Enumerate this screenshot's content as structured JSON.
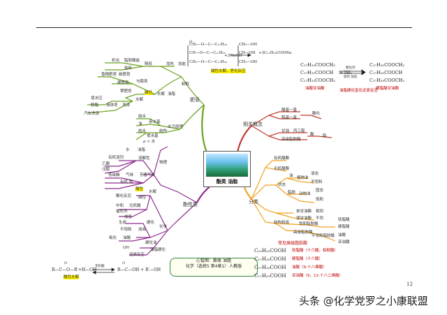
{
  "center": {
    "title": "酯类 油脂"
  },
  "source_box": {
    "line1": "心智图：酯类 油脂",
    "line2": "化学（选修5 第4章1）· 人教版"
  },
  "branches": {
    "soap": "肥皂",
    "concept": "相关概念",
    "classify": "分类",
    "properties": "酯性质"
  },
  "soap_labels": {
    "heat": "加热",
    "stir": "加盐",
    "reduce": "降低",
    "salting": "盐析",
    "product": "制取",
    "wash": "洗涤",
    "water": "水解",
    "fat": "油脂",
    "hydrolysis": "水解",
    "s1": "析出",
    "s2": "脂肪酸盐",
    "s3": "与醇类",
    "s4": "香精肥皂",
    "s5": "碳肥皂",
    "s6": "硬肥皂",
    "s7": "钾肥皂",
    "s8": "增水压",
    "s9": "脱脂",
    "s10": "液体皂",
    "s11": "汽车洗涤",
    "alkali": "碱性",
    "c1": "结合",
    "c2": "亲水基",
    "c3": "结合",
    "c4": "憎水基",
    "c5": "去污原理",
    "c6": "结构",
    "c7": "油"
  },
  "concept_labels": {
    "a1": "酸基一基",
    "a2": "醇基一基",
    "a3": "酯化",
    "a4": "甘油",
    "a5": "丙三醇",
    "a6": "高级脂肪酸",
    "a7": "酯",
    "a8": "脂"
  },
  "classify_labels": {
    "k1": "有机酸酯",
    "k2": "无机酸酯",
    "k3": "状态",
    "k4": "油",
    "k5": "植物油",
    "k6": "液态",
    "k7": "不饱和",
    "k8": "脂肪",
    "k9": "动物油",
    "k10": "固态",
    "k11": "饱和",
    "k12": "单甘油酯",
    "k13": "混甘油酯",
    "k14": "相同",
    "k15": "不同",
    "k16": "结构组成",
    "k17": "饱和脂肪酸",
    "k18": "不饱和脂肪酸",
    "k19": "高级脂肪酸",
    "k20": "软脂酸",
    "k21": "硬脂酸",
    "k22": "油酸",
    "k23": "亚油酸"
  },
  "prop_labels": {
    "p1": "ρ < 水",
    "p2": "水",
    "p3": "油脂",
    "p4": "有机溶剂",
    "p5": "溶解性",
    "p6": "物理",
    "p7": "气味",
    "p8": "芳香气味",
    "p9": "乙酸",
    "p10": "戊醇",
    "p11": "低级酯",
    "p12": "酸性",
    "p13": "碱性",
    "p14": "酯化反应",
    "p15": "水解",
    "p16": "硬化",
    "p17": "无机酸",
    "p18": "加氢",
    "p19": "催化剂",
    "p20": "中和",
    "p21": "加成",
    "p22": "不饱和",
    "p23": "化学",
    "p24": "氧化",
    "p25": "还原",
    "p26": "油脂硬化",
    "p27": "油酸",
    "p28": "硬化油",
    "p29": "还原反应",
    "acid_tag": "酸性",
    "p30": "生成",
    "p31": "酸",
    "p32": "有机",
    "p33": "醇",
    "p34": "加热",
    "p35": "OH⁻"
  },
  "saponification_label": "碱性水解，皂化反应",
  "hydrogenation": {
    "l1": "C₁₇H₃₃COOCH₂",
    "l2": "C₁₇H₃₃COOCH",
    "l3": "C₁₇H₃₃COOCH₂",
    "r1": "C₁₇H₃₅COOCH₂",
    "r2": "C₁₇H₃₅COOCH",
    "r3": "C₁₇H₃₅COOCH₂",
    "h2": "+3H₂",
    "cat": "催化剂",
    "cond": "加热  加压",
    "name_l": "油酸甘油酯",
    "name_r": "硬脂酸甘油酯",
    "caption": "油脂硬化氢化还原反应"
  },
  "sapon_eq": {
    "a1": "CH₂—O—C—C₁₇H₃₅",
    "a2": "CH—O—C—C₁₇H₃₅",
    "a3": "CH₂—O—C—C₁₇H₃₅",
    "o": "O",
    "reagent": "+3NaOH",
    "prod": "+3C₁₇H₃₅COONa",
    "b1": "CH₂—OH",
    "b2": "CH—OH",
    "b3": "CH₂—OH"
  },
  "fatty_acids": {
    "title": "常见高级脂肪酸",
    "rows": [
      {
        "formula": "C₁₅H₃₁COOH",
        "desc": "软脂酸（十六酸，棕榈酸）"
      },
      {
        "formula": "C₁₇H₃₅COOH",
        "desc": "硬脂酸（十八酸）"
      },
      {
        "formula": "C₁₇H₃₃COOH",
        "desc": "油酸（9-十八烯酸）"
      },
      {
        "formula": "C₁₇H₃₁COOH",
        "desc": "亚油酸（9，12-十八二烯酸）"
      }
    ]
  },
  "ester_eq": {
    "left": "R—C—O—R′+H—OH",
    "o": "O",
    "right": "R—C—OH + R′—OH",
    "cond": "无机酸",
    "tag": "酸性水解"
  },
  "page_number": "12",
  "watermark": "头条 @化学党罗之小康联盟",
  "colors": {
    "soap": "#6aa121",
    "concept": "#c0392b",
    "classify": "#f0a21e",
    "prop": "#8e2c8e",
    "source_border": "#2d8a3e"
  }
}
